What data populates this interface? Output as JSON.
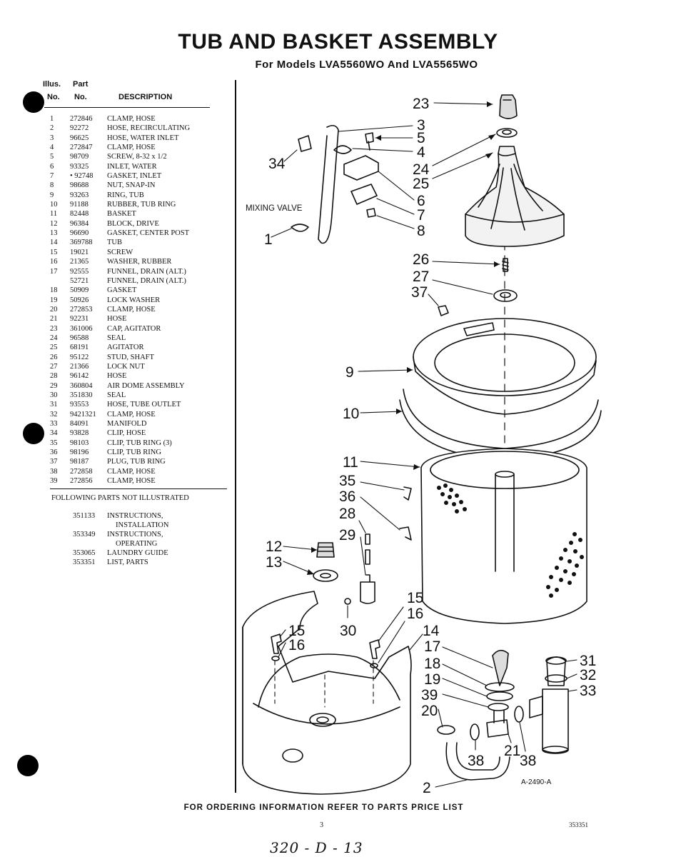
{
  "title": "TUB AND BASKET ASSEMBLY",
  "subtitle": "For Models LVA5560WO And LVA5565WO",
  "table_header": {
    "illus": "Illus.",
    "part": "Part",
    "no_left": "No.",
    "no_right": "No.",
    "description": "DESCRIPTION"
  },
  "parts": [
    {
      "illus": "1",
      "part": "272846",
      "desc": "CLAMP, HOSE"
    },
    {
      "illus": "2",
      "part": "92272",
      "desc": "HOSE, RECIRCULATING"
    },
    {
      "illus": "3",
      "part": "96625",
      "desc": "HOSE, WATER INLET"
    },
    {
      "illus": "4",
      "part": "272847",
      "desc": "CLAMP, HOSE"
    },
    {
      "illus": "5",
      "part": "98709",
      "desc": "SCREW, 8-32 x 1/2"
    },
    {
      "illus": "6",
      "part": "93325",
      "desc": "INLET, WATER"
    },
    {
      "illus": "7",
      "part": "• 92748",
      "desc": "GASKET, INLET"
    },
    {
      "illus": "8",
      "part": "98688",
      "desc": "NUT, SNAP-IN"
    },
    {
      "illus": "9",
      "part": "93263",
      "desc": "RING, TUB"
    },
    {
      "illus": "10",
      "part": "91188",
      "desc": "RUBBER, TUB RING"
    },
    {
      "illus": "11",
      "part": "82448",
      "desc": "BASKET"
    },
    {
      "illus": "12",
      "part": "96384",
      "desc": "BLOCK, DRIVE"
    },
    {
      "illus": "13",
      "part": "96690",
      "desc": "GASKET, CENTER POST"
    },
    {
      "illus": "14",
      "part": "369788",
      "desc": "TUB"
    },
    {
      "illus": "15",
      "part": "19021",
      "desc": "SCREW"
    },
    {
      "illus": "16",
      "part": "21365",
      "desc": "WASHER, RUBBER"
    },
    {
      "illus": "17",
      "part": "92555",
      "desc": "FUNNEL, DRAIN (ALT.)"
    },
    {
      "illus": "",
      "part": "52721",
      "desc": "FUNNEL, DRAIN (ALT.)"
    },
    {
      "illus": "18",
      "part": "50909",
      "desc": "GASKET"
    },
    {
      "illus": "19",
      "part": "50926",
      "desc": "LOCK WASHER"
    },
    {
      "illus": "20",
      "part": "272853",
      "desc": "CLAMP, HOSE"
    },
    {
      "illus": "21",
      "part": "92231",
      "desc": "HOSE"
    },
    {
      "illus": "23",
      "part": "361006",
      "desc": "CAP, AGITATOR"
    },
    {
      "illus": "24",
      "part": "96588",
      "desc": "SEAL"
    },
    {
      "illus": "25",
      "part": "68191",
      "desc": "AGITATOR"
    },
    {
      "illus": "26",
      "part": "95122",
      "desc": "STUD, SHAFT"
    },
    {
      "illus": "27",
      "part": "21366",
      "desc": "LOCK NUT"
    },
    {
      "illus": "28",
      "part": "96142",
      "desc": "HOSE"
    },
    {
      "illus": "29",
      "part": "360804",
      "desc": "AIR DOME ASSEMBLY"
    },
    {
      "illus": "30",
      "part": "351830",
      "desc": "SEAL"
    },
    {
      "illus": "31",
      "part": "93553",
      "desc": "HOSE, TUBE OUTLET"
    },
    {
      "illus": "32",
      "part": "9421321",
      "desc": "CLAMP, HOSE"
    },
    {
      "illus": "33",
      "part": "84091",
      "desc": "MANIFOLD"
    },
    {
      "illus": "34",
      "part": "93828",
      "desc": "CLIP, HOSE"
    },
    {
      "illus": "35",
      "part": "98103",
      "desc": "CLIP, TUB RING (3)"
    },
    {
      "illus": "36",
      "part": "98196",
      "desc": "CLIP, TUB RING"
    },
    {
      "illus": "37",
      "part": "98187",
      "desc": "PLUG, TUB RING"
    },
    {
      "illus": "38",
      "part": "272858",
      "desc": "CLAMP, HOSE"
    },
    {
      "illus": "39",
      "part": "272856",
      "desc": "CLAMP, HOSE"
    }
  ],
  "not_illustrated_header": "FOLLOWING PARTS NOT ILLUSTRATED",
  "not_illustrated": [
    {
      "part": "351133",
      "desc": "INSTRUCTIONS,",
      "desc2": "INSTALLATION"
    },
    {
      "part": "353349",
      "desc": "INSTRUCTIONS,",
      "desc2": "OPERATING"
    },
    {
      "part": "353065",
      "desc": "LAUNDRY GUIDE",
      "desc2": ""
    },
    {
      "part": "353351",
      "desc": "LIST, PARTS",
      "desc2": ""
    }
  ],
  "diagram": {
    "mixing_valve": "MIXING VALVE",
    "figure_code": "A-2490-A",
    "callouts": {
      "c23": "23",
      "c3": "3",
      "c5": "5",
      "c4": "4",
      "c34": "34",
      "c24": "24",
      "c25": "25",
      "c6": "6",
      "c7": "7",
      "c8": "8",
      "c1": "1",
      "c26": "26",
      "c27": "27",
      "c37": "37",
      "c9": "9",
      "c10": "10",
      "c11": "11",
      "c35": "35",
      "c36": "36",
      "c28": "28",
      "c29": "29",
      "c12": "12",
      "c13": "13",
      "c15a": "15",
      "c16a": "16",
      "c30": "30",
      "c15b": "15",
      "c16b": "16",
      "c14": "14",
      "c17": "17",
      "c18": "18",
      "c19": "19",
      "c39": "39",
      "c20": "20",
      "c38a": "38",
      "c21": "21",
      "c38b": "38",
      "c31": "31",
      "c32": "32",
      "c33": "33",
      "c2": "2"
    }
  },
  "footer": "FOR ORDERING INFORMATION REFER TO PARTS PRICE LIST",
  "page_number": "3",
  "doc_number": "353351",
  "handwritten_code": "320 - D - 13"
}
